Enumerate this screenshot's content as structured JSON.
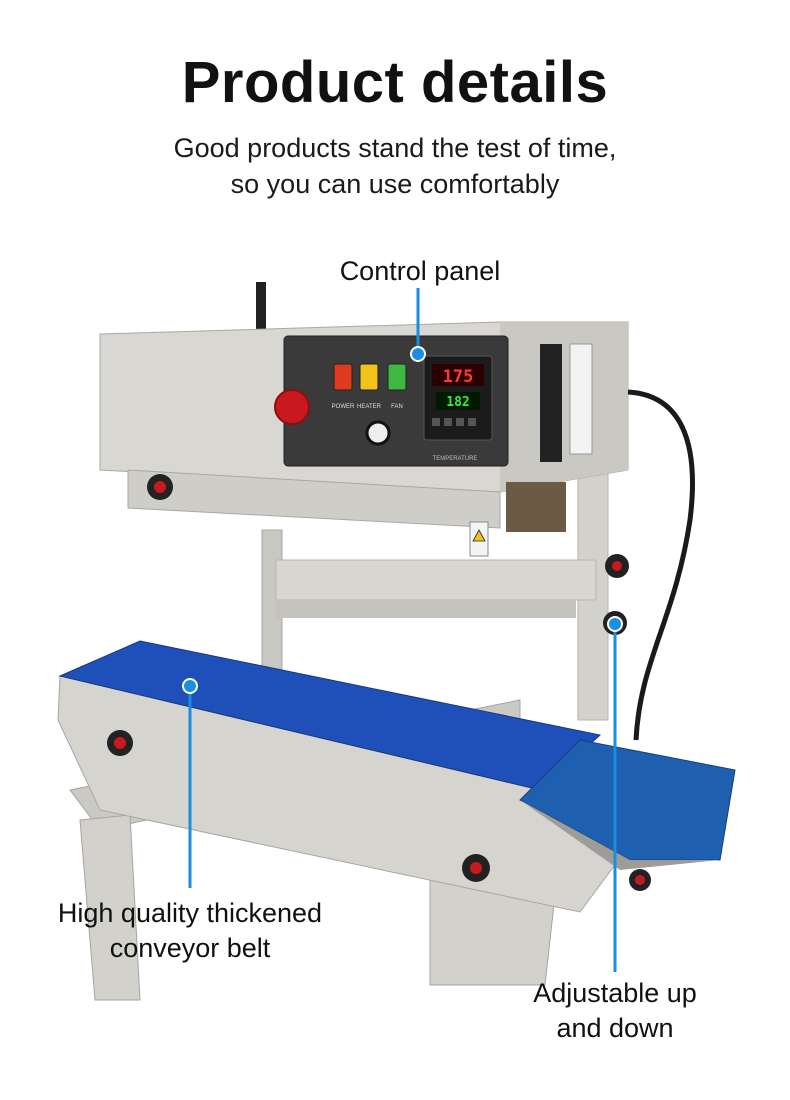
{
  "header": {
    "title": "Product details",
    "subtitle_line1": "Good products stand the test of time,",
    "subtitle_line2": "so you can use comfortably"
  },
  "callouts": {
    "control_panel": "Control panel",
    "belt_line1": "High quality thickened",
    "belt_line2": "conveyor belt",
    "adjust_line1": "Adjustable up",
    "adjust_line2": "and down"
  },
  "machine": {
    "temperature_display": "175",
    "secondary_display": "182",
    "switch_labels": [
      "POWER",
      "HEATER",
      "FAN"
    ],
    "panel_label": "TEMPERATURE"
  },
  "colors": {
    "accent_line": "#1a8ee0",
    "belt_blue": "#1f4fb8",
    "body_grey": "#d6d4cf",
    "panel_dark": "#3a3a3a"
  }
}
